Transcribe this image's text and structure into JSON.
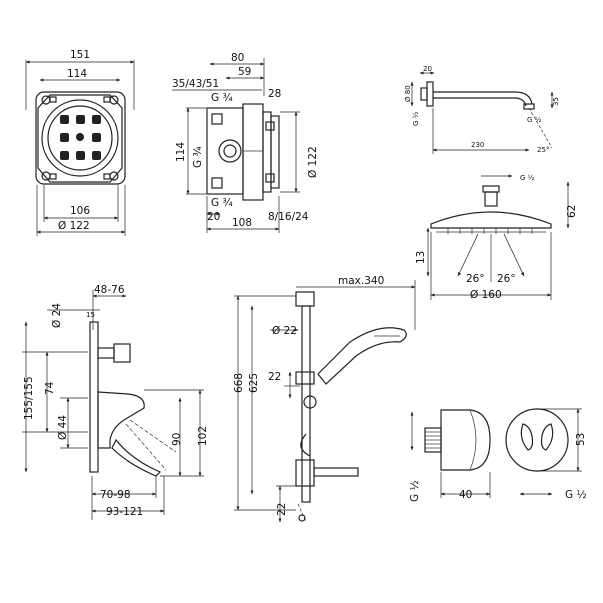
{
  "box_top": {
    "w151": "151",
    "w114": "114",
    "w106": "106",
    "d122": "Ø 122"
  },
  "box_side": {
    "w80": "80",
    "w59": "59",
    "sizes": "35/43/51",
    "g34a": "G ¾",
    "w28": "28",
    "h114": "114",
    "g34b": "G ¾",
    "d122v": "Ø 122",
    "w20": "20",
    "g34c": "G ¾",
    "w108": "108",
    "sizes2": "8/16/24"
  },
  "arm": {
    "w20": "20",
    "d80": "Ø 80",
    "g12a": "G ½",
    "g12b": "G ½",
    "h35": "35",
    "w230": "230",
    "ang25": "25°"
  },
  "head": {
    "g12": "G ½",
    "h62": "62",
    "h13": "13",
    "a26l": "26°",
    "a26r": "26°",
    "d160": "Ø 160"
  },
  "mixer": {
    "r4876": "48-76",
    "d24": "Ø 24",
    "w15": "15",
    "h155": "155/155",
    "h74": "74",
    "d44": "Ø 44",
    "h90": "90",
    "h102": "102",
    "r7098": "70-98",
    "r93121": "93-121"
  },
  "rail": {
    "max340": "max.340",
    "d22": "Ø 22",
    "h668": "668",
    "h625": "625",
    "h22a": "22",
    "h22b": "22"
  },
  "outlet": {
    "g12v": "G ½",
    "w40": "40",
    "h53": "53",
    "g12h": "G ½"
  }
}
